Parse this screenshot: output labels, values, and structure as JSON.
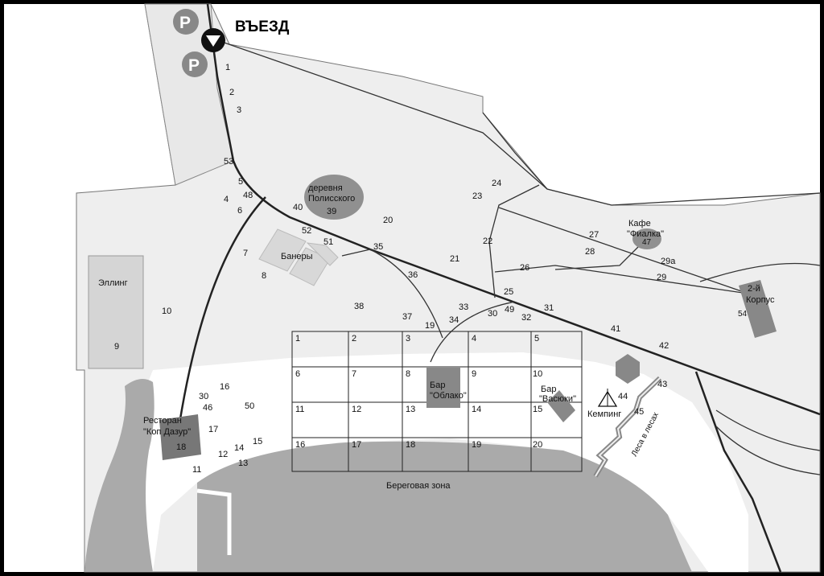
{
  "title": "ВЪЕЗД",
  "parking_label": "P",
  "areas": {
    "elling": "Эллинг",
    "derevnya_l1": "деревня",
    "derevnya_l2": "Полисского",
    "derevnya_num": "39",
    "banery": "Банеры",
    "kafe_l1": "Кафе",
    "kafe_l2": "\"Фиалка\"",
    "kafe_num": "47",
    "korpus_l1": "2-й",
    "korpus_l2": "Корпус",
    "korpus_num": "54",
    "bar_oblako_l1": "Бар",
    "bar_oblako_l2": "\"Облако\"",
    "bar_vasyuki_l1": "Бар",
    "bar_vasyuki_l2": "\"Васюки\"",
    "restoran_l1": "Ресторан",
    "restoran_l2": "\"Коп Дазур\"",
    "restoran_num": "18",
    "kemping": "Кемпинг",
    "lesa": "Леса в лесах",
    "beregovaya": "Береговая зона"
  },
  "grid_cells": [
    "1",
    "2",
    "3",
    "4",
    "5",
    "6",
    "7",
    "8",
    "9",
    "10",
    "11",
    "12",
    "13",
    "14",
    "15",
    "16",
    "17",
    "18",
    "19",
    "20"
  ],
  "markers": [
    "1",
    "2",
    "3",
    "53",
    "5",
    "4",
    "48",
    "6",
    "40",
    "52",
    "51",
    "7",
    "8",
    "35",
    "20",
    "23",
    "24",
    "22",
    "21",
    "36",
    "10",
    "38",
    "37",
    "19",
    "33",
    "34",
    "30",
    "49",
    "32",
    "25",
    "31",
    "26",
    "27",
    "28",
    "29а",
    "29",
    "41",
    "42",
    "44",
    "45",
    "43",
    "16",
    "30",
    "46",
    "50",
    "17",
    "14",
    "15",
    "12",
    "13",
    "11",
    "9"
  ],
  "icons": [
    "parking-icon",
    "entry-arrow-icon",
    "tent-icon"
  ]
}
